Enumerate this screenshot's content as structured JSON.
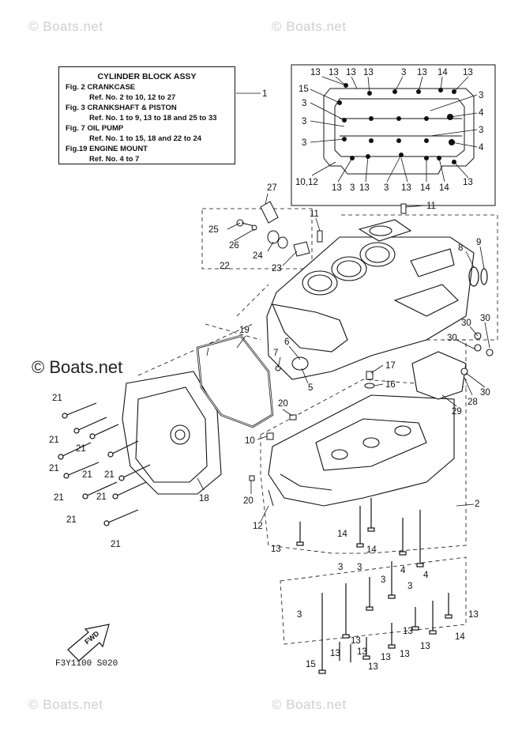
{
  "watermarks": [
    "© Boats.net",
    "© Boats.net",
    "© Boats.net",
    "© Boats.net",
    "© Boats.net"
  ],
  "box": {
    "title": "CYLINDER BLOCK ASSY",
    "lines": [
      "Fig.  2 CRANKCASE",
      "Ref. No. 2 to 10, 12  to 27",
      "Fig.  3 CRANKSHAFT & PISTON",
      "Ref. No. 1 to 9, 13 to 18 and 25 to 33",
      "Fig. 7 OIL PUMP",
      "Ref. No. 1 to 15, 18 and 22 to 24",
      "Fig.19 ENGINE MOUNT",
      "Ref. No. 4 to 7"
    ]
  },
  "fwd_label": "FWD",
  "diagram_code": "F3Y1100 S020",
  "callouts": {
    "top": [
      "13",
      "13",
      "13",
      "13",
      "3",
      "13",
      "14",
      "13"
    ],
    "right": [
      "3",
      "4",
      "3",
      "4",
      "13"
    ],
    "left": [
      "15",
      "3",
      "3",
      "3",
      "10,12"
    ],
    "bottom": [
      "13",
      "13",
      "3",
      "13",
      "14",
      "14"
    ],
    "bottom_row": [
      "3",
      "13"
    ],
    "main": [
      "1",
      "27",
      "25",
      "26",
      "22",
      "24",
      "23",
      "11",
      "11",
      "8",
      "9",
      "19",
      "7",
      "6",
      "5",
      "17",
      "16",
      "30",
      "30",
      "30",
      "30",
      "28",
      "29",
      "21",
      "21",
      "21",
      "21",
      "21",
      "21",
      "21",
      "21",
      "21",
      "21",
      "18",
      "20",
      "10",
      "20",
      "12",
      "2",
      "13",
      "14",
      "14",
      "4",
      "4",
      "3",
      "3",
      "3",
      "3",
      "3",
      "13",
      "14",
      "13",
      "13",
      "13",
      "13",
      "15",
      "13",
      "13",
      "13",
      "13"
    ]
  }
}
